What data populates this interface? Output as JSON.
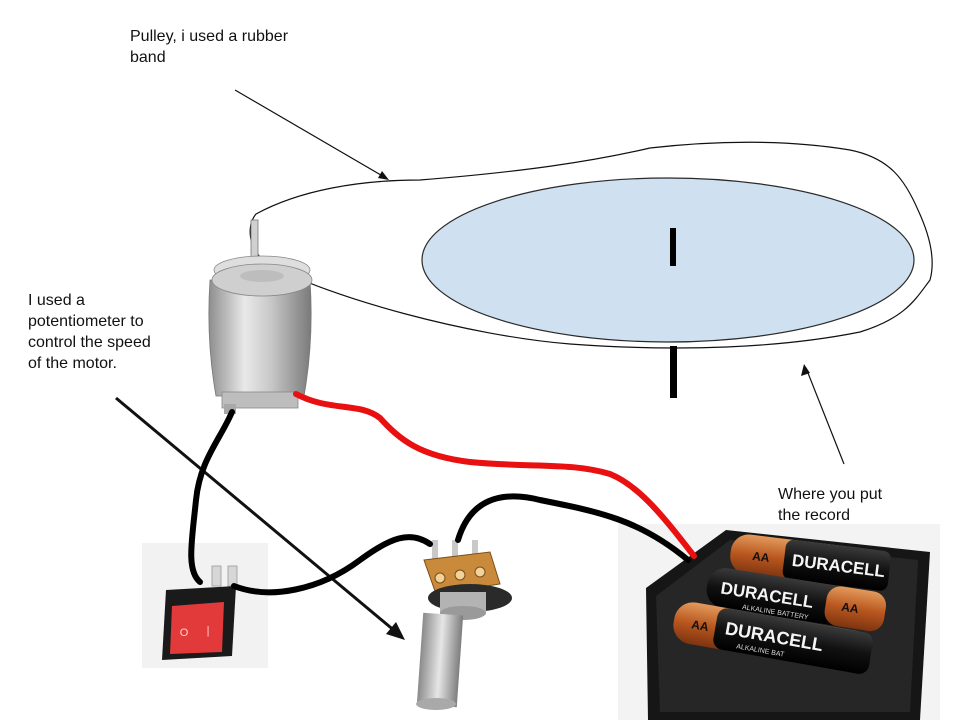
{
  "annotations": {
    "pulley": "Pulley, i used a rubber\nband",
    "potentiometer": "I used a\npotentiometer to\ncontrol the speed\nof the motor.",
    "record": "Where you put\nthe record"
  },
  "battery_labels": {
    "brand": "DURACELL",
    "size": "AA",
    "type": "ALKALINE BATTERY",
    "type_short": "ALKALINE BAT"
  },
  "colors": {
    "record": "#cfe0f1",
    "positive_wire": "#e81010",
    "negative_wire": "#000000",
    "battery_copper": "#c4692c",
    "switch_red": "#e23a3a"
  }
}
